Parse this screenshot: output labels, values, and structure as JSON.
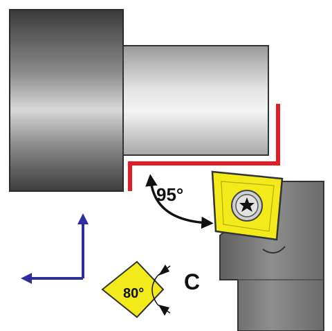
{
  "labels": {
    "approach_angle": "95°",
    "insert_shape_letter": "C",
    "insert_angle": "80°"
  },
  "colors": {
    "toolpath": "#e31b23",
    "insert": "#f2ea1a",
    "arrow": "#2e2f9a",
    "holder": "#7a7a7a"
  }
}
